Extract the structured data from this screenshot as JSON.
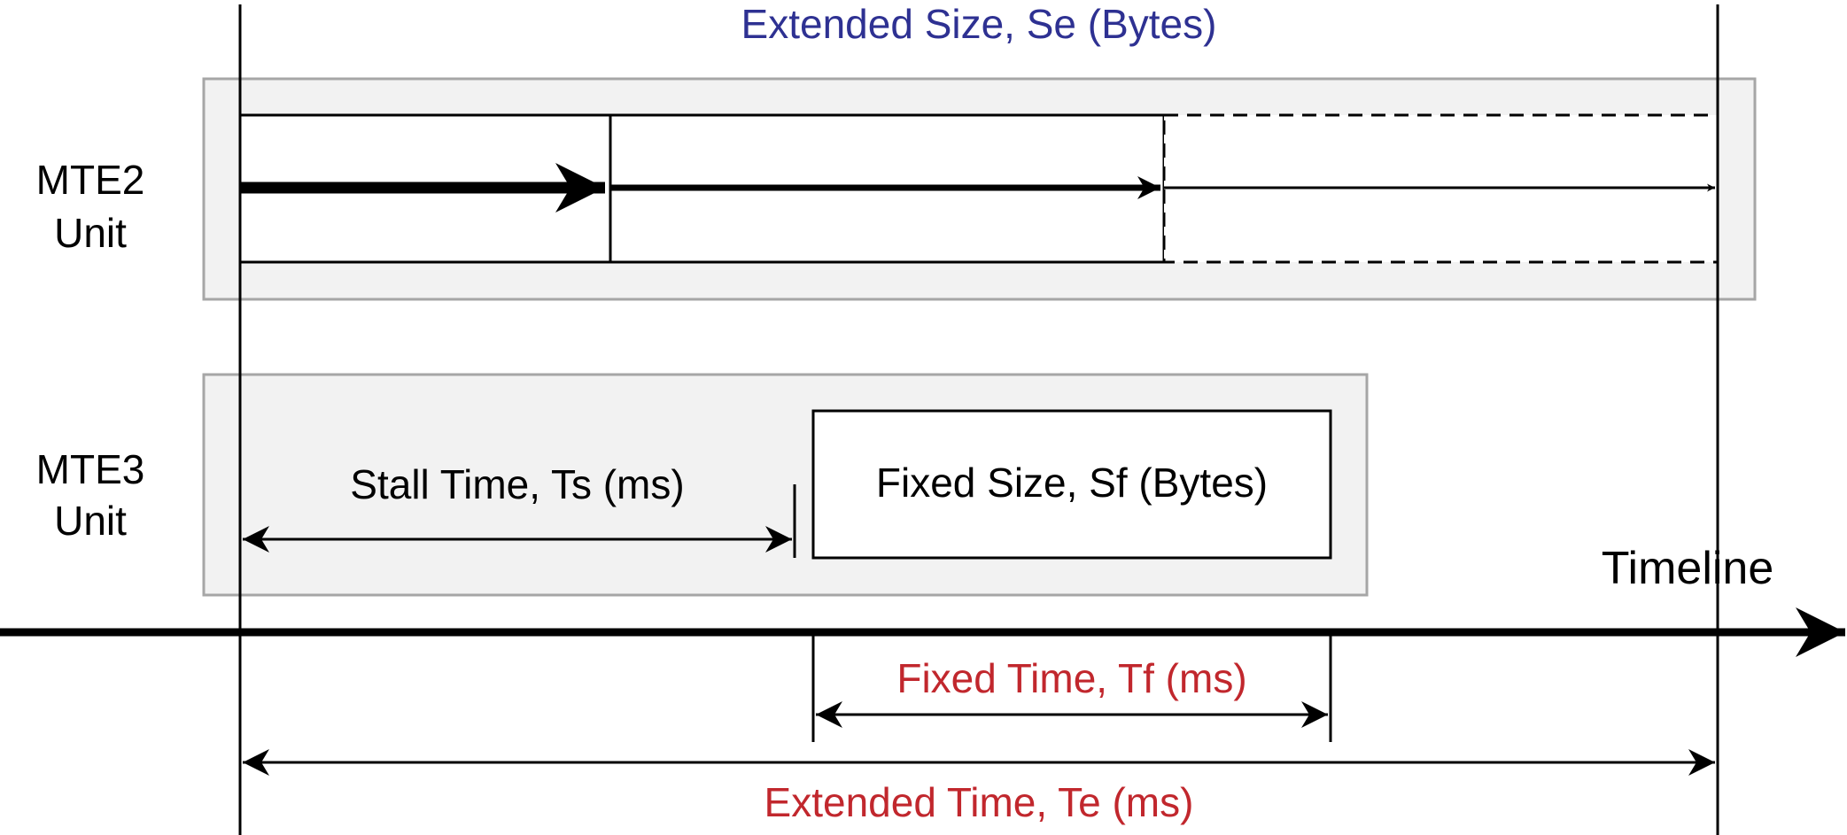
{
  "labels": {
    "extended_size": "Extended Size, Se (Bytes)",
    "mte2_line1": "MTE2",
    "mte2_line2": "Unit",
    "mte3_line1": "MTE3",
    "mte3_line2": "Unit",
    "stall_time": "Stall Time, Ts (ms)",
    "fixed_size": "Fixed Size, Sf (Bytes)",
    "timeline": "Timeline",
    "fixed_time": "Fixed Time, Tf (ms)",
    "extended_time": "Extended Time, Te (ms)"
  },
  "colors": {
    "size_label": "#2e3192",
    "time_label": "#c1272d",
    "unit_panel_fill": "#f2f2f2",
    "unit_panel_border": "#a6a6a6",
    "stroke": "#000000"
  }
}
